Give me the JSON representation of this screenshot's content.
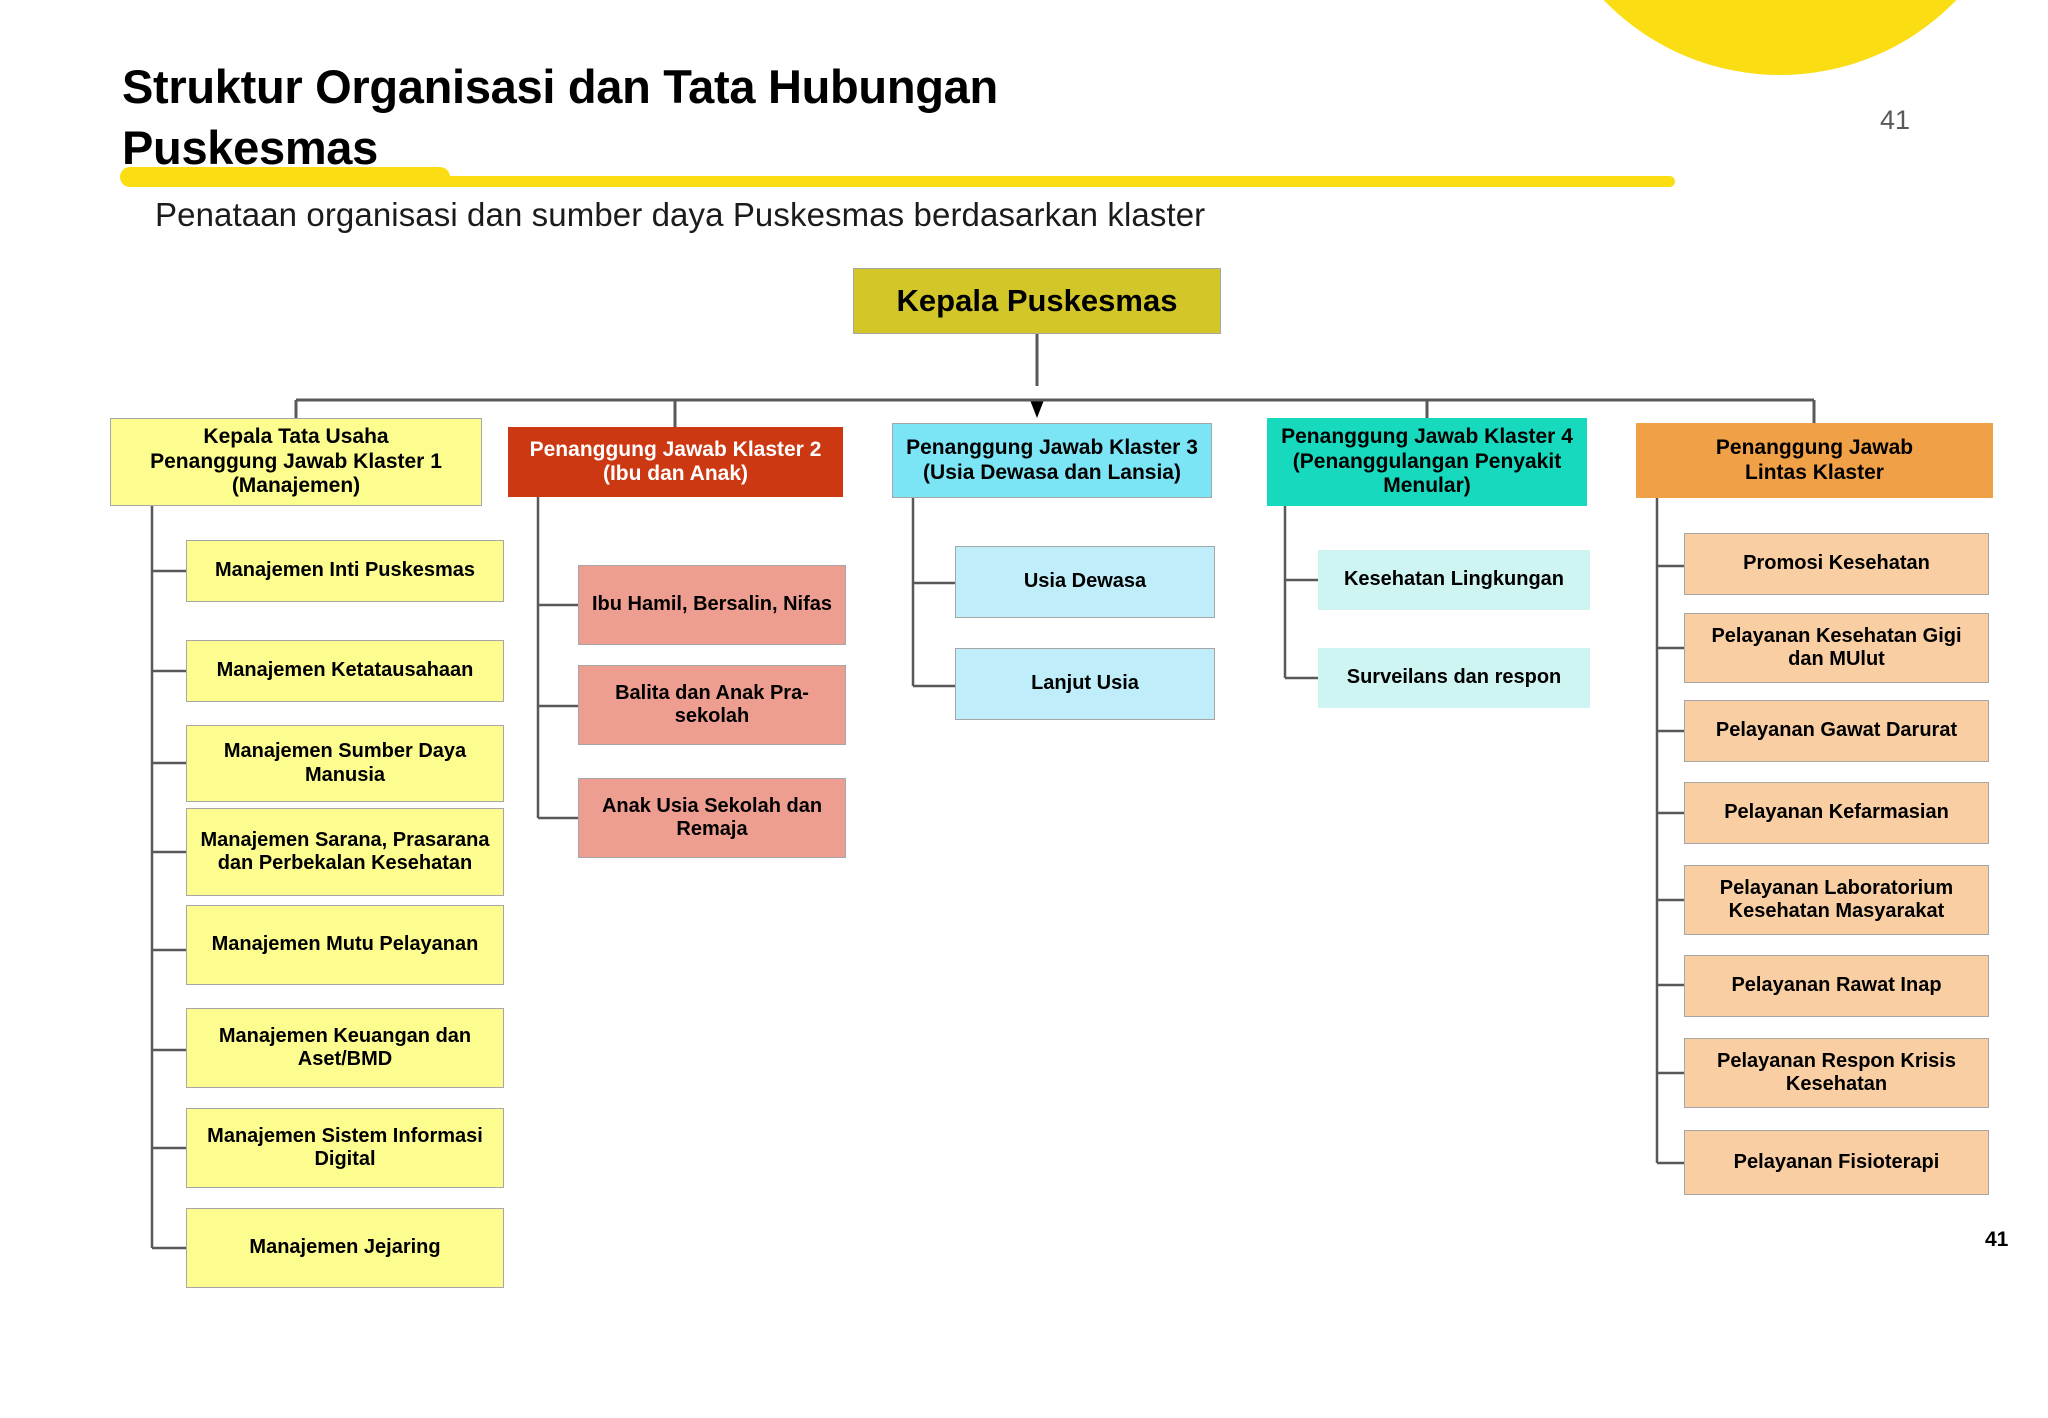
{
  "slide": {
    "title_line1": "Struktur Organisasi dan Tata Hubungan",
    "title_line2": "Puskesmas",
    "subtitle": "Penataan organisasi dan sumber daya Puskesmas berdasarkan klaster",
    "page_number_top": "41",
    "page_number_bottom": "41"
  },
  "colors": {
    "accent_yellow": "#FBDD14",
    "root_olive": "#D2C629",
    "cluster1_yellow": "#FCFC8F",
    "cluster2_red": "#CC3811",
    "cluster2_pink": "#EE9E90",
    "cluster3_cyan": "#7CE5F5",
    "cluster3_blue": "#BFEEFA",
    "cluster4_teal": "#17D9BD",
    "cluster4_light_teal": "#CFF5F2",
    "lintas_orange": "#F0A047",
    "lintas_light_orange": "#F8CEA2",
    "connector_gray": "#595959"
  },
  "chart_data": {
    "type": "diagram",
    "title": "Struktur Organisasi dan Tata Hubungan Puskesmas",
    "root": {
      "label": "Kepala Puskesmas"
    },
    "clusters": [
      {
        "id": "klaster-1",
        "header": "Kepala Tata Usaha\nPenanggung Jawab  Klaster 1\n(Manajemen)",
        "header_lines": [
          "Kepala Tata Usaha",
          "Penanggung Jawab  Klaster 1",
          "(Manajemen)"
        ],
        "children": [
          "Manajemen Inti Puskesmas",
          "Manajemen Ketatausahaan",
          "Manajemen Sumber Daya Manusia",
          "Manajemen Sarana, Prasarana dan Perbekalan Kesehatan",
          "Manajemen Mutu Pelayanan",
          "Manajemen Keuangan dan Aset/BMD",
          "Manajemen Sistem Informasi Digital",
          "Manajemen Jejaring"
        ]
      },
      {
        "id": "klaster-2",
        "header_lines": [
          "Penanggung Jawab Klaster 2",
          "(Ibu dan Anak)"
        ],
        "children": [
          "Ibu Hamil,  Bersalin, Nifas",
          "Balita dan Anak Pra-sekolah",
          "Anak Usia Sekolah dan Remaja"
        ]
      },
      {
        "id": "klaster-3",
        "header_lines": [
          "Penanggung Jawab Klaster 3",
          "(Usia Dewasa  dan Lansia)"
        ],
        "children": [
          "Usia Dewasa",
          "Lanjut Usia"
        ]
      },
      {
        "id": "klaster-4",
        "header_lines": [
          "Penanggung Jawab Klaster 4",
          "(Penanggulangan  Penyakit",
          "Menular)"
        ],
        "children": [
          "Kesehatan  Lingkungan",
          "Surveilans dan respon"
        ]
      },
      {
        "id": "lintas-klaster",
        "header_lines": [
          "Penanggung Jawab",
          "Lintas Klaster"
        ],
        "children": [
          "Promosi Kesehatan",
          "Pelayanan Kesehatan Gigi dan MUlut",
          "Pelayanan Gawat Darurat",
          "Pelayanan Kefarmasian",
          "Pelayanan Laboratorium Kesehatan Masyarakat",
          "Pelayanan Rawat Inap",
          "Pelayanan Respon Krisis Kesehatan",
          "Pelayanan Fisioterapi"
        ]
      }
    ]
  }
}
